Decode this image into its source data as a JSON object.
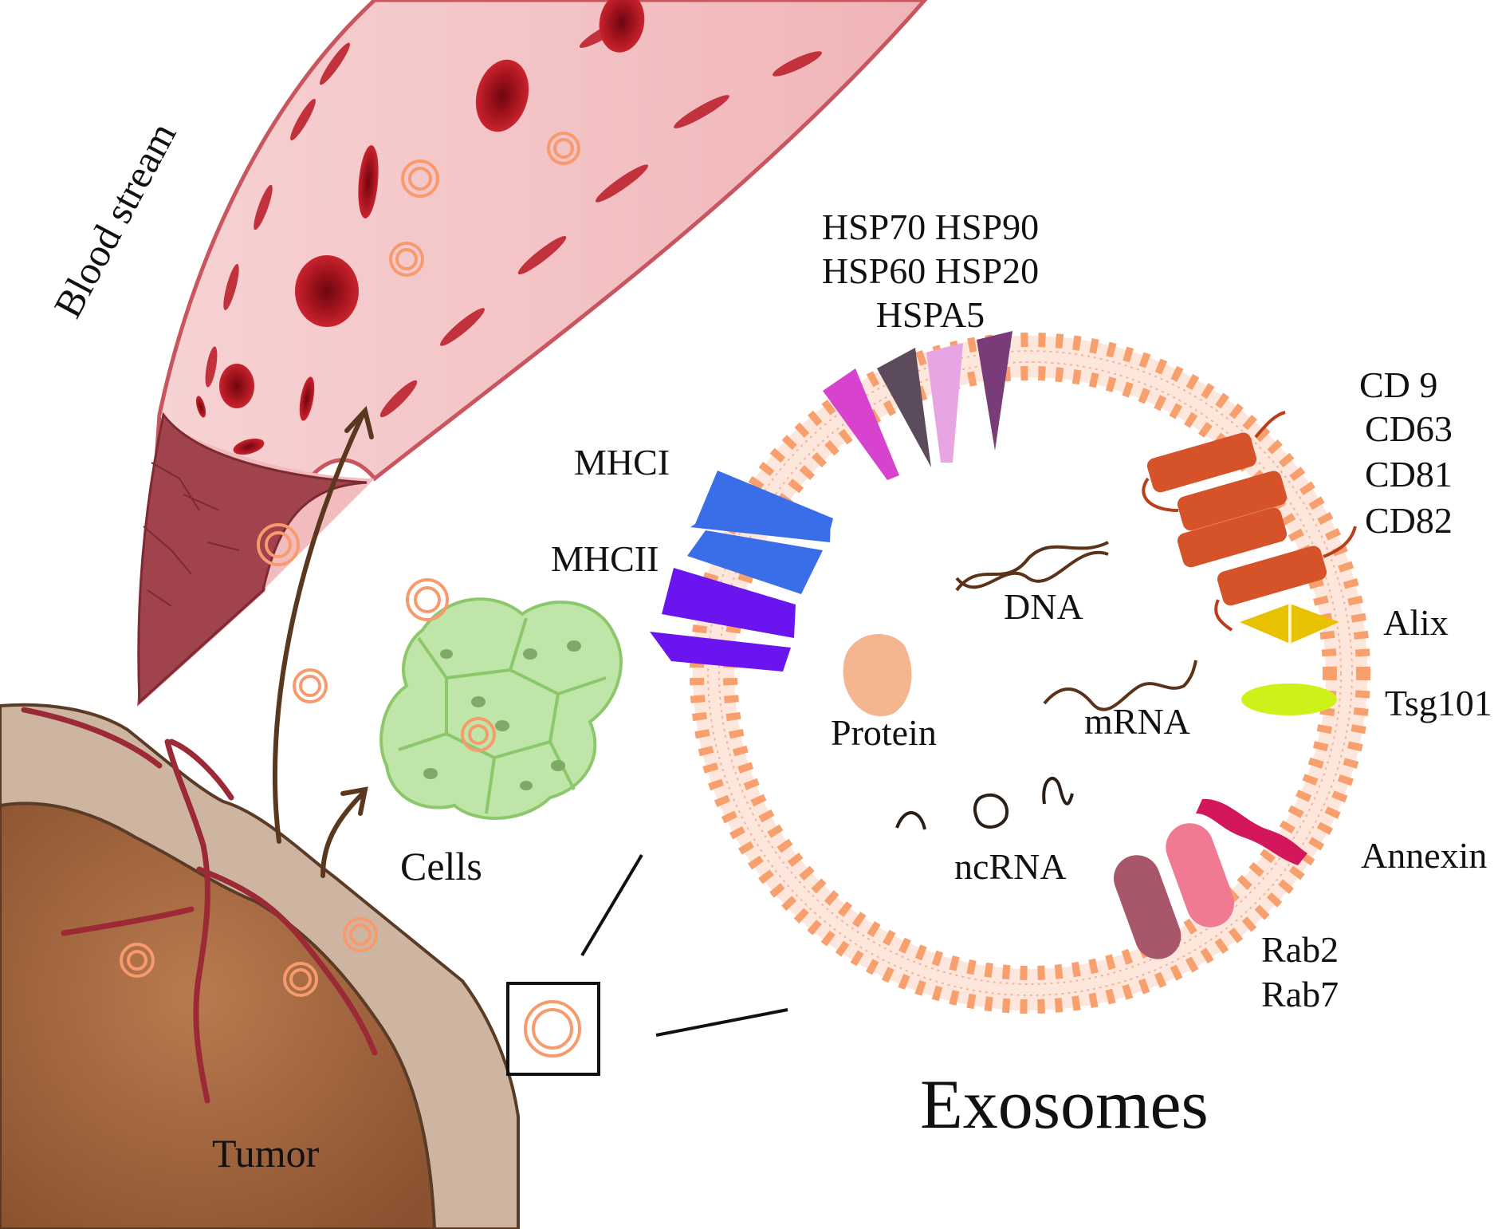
{
  "labels": {
    "blood_stream": "Blood stream",
    "tumor": "Tumor",
    "cells": "Cells",
    "exosomes": "Exosomes",
    "hsp_line1": "HSP70 HSP90",
    "hsp_line2": "HSP60 HSP20",
    "hsp_line3": "HSPA5",
    "mhci": "MHCI",
    "mhcii": "MHCII",
    "cd9": "CD 9",
    "cd63": "CD63",
    "cd81": "CD81",
    "cd82": "CD82",
    "alix": "Alix",
    "tsg101": "Tsg101",
    "annexin": "Annexin",
    "rab2": "Rab2",
    "rab7": "Rab7",
    "dna": "DNA",
    "protein": "Protein",
    "mrna": "mRNA",
    "ncrna": "ncRNA"
  },
  "colors": {
    "vessel_wall": "#c9555e",
    "vessel_fill": "#f4c6c8",
    "red_blood_cell": "#b3121e",
    "tumor_core": "#9c5f38",
    "tumor_shell": "#cdb5a2",
    "cells_green": "#a8d98c",
    "lipid_head": "#f7a06e",
    "exosome_ring": "#f58a5a",
    "mhci": "#3a6ee8",
    "mhcii": "#6a14f0",
    "tetraspanin": "#d6532a",
    "alix": "#e8c200",
    "tsg101": "#cdf21a",
    "annexin": "#d4175a",
    "rab2": "#a8566a",
    "rab7": "#f07a92",
    "arrow": "#5a3820"
  }
}
